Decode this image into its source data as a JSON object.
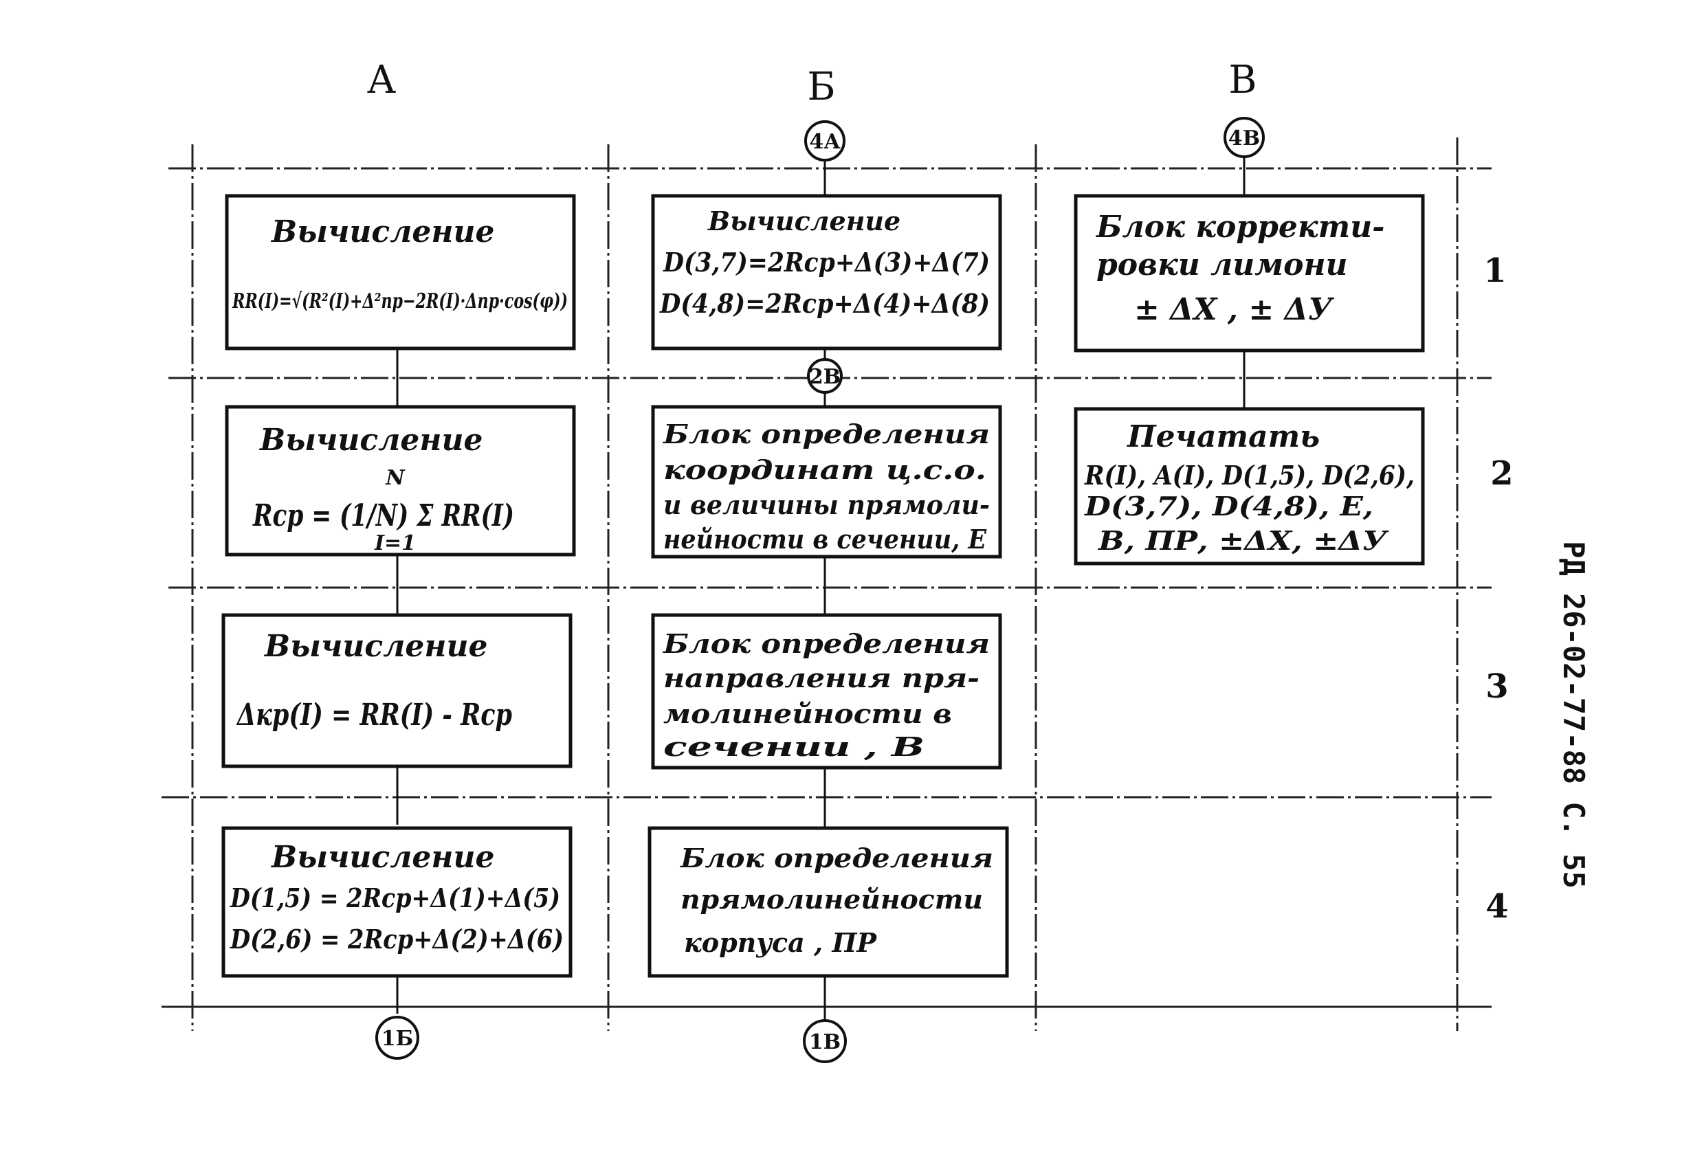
{
  "columns": [
    "А",
    "Б",
    "В"
  ],
  "rows": [
    "1",
    "2",
    "3",
    "4"
  ],
  "connectors": {
    "c4a": "4А",
    "c4b": "4В",
    "c2b": "2В",
    "c1b_a": "1Б",
    "c1b_b": "1В"
  },
  "blocks": {
    "a1": {
      "title": "Вычисление",
      "line1": "RR(I)=√(R²(I)+Δ²пр−2R(I)·Δпр·cos(φ))"
    },
    "b1": {
      "title": "Вычисление",
      "line1": "D(3,7)=2Rср+Δ(3)+Δ(7)",
      "line2": "D(4,8)=2Rср+Δ(4)+Δ(8)"
    },
    "c1": {
      "line1": "Блок корректи-",
      "line2": "ровки лимони",
      "line3": "± ΔX , ± ΔУ"
    },
    "a2": {
      "title": "Вычисление",
      "line1": "Rср = (1/N) Σ RR(I)",
      "sum_top": "N",
      "sum_bottom": "I=1"
    },
    "b2": {
      "line1": "Блок определения",
      "line2": "координат ц.с.о.",
      "line3": "и величины прямоли-",
      "line4": "нейности в сечении, Е"
    },
    "c2": {
      "line1": "Печатать",
      "line2": "R(I), A(I), D(1,5), D(2,6),",
      "line3": "D(3,7), D(4,8), E,",
      "line4": "B, ПР, ±ΔX, ±ΔУ"
    },
    "a3": {
      "title": "Вычисление",
      "line1": "Δкр(I) = RR(I) - Rср"
    },
    "b3": {
      "line1": "Блок определения",
      "line2": "направления пря-",
      "line3": "молинейности в",
      "line4": "сечении , В"
    },
    "a4": {
      "title": "Вычисление",
      "line1": "D(1,5) = 2Rср+Δ(1)+Δ(5)",
      "line2": "D(2,6) = 2Rср+Δ(2)+Δ(6)"
    },
    "b4": {
      "line1": "Блок определения",
      "line2": "прямолинейности",
      "line3": "корпуса , ПР"
    }
  },
  "side_title": "РД 26-02-77-88 С. 55"
}
